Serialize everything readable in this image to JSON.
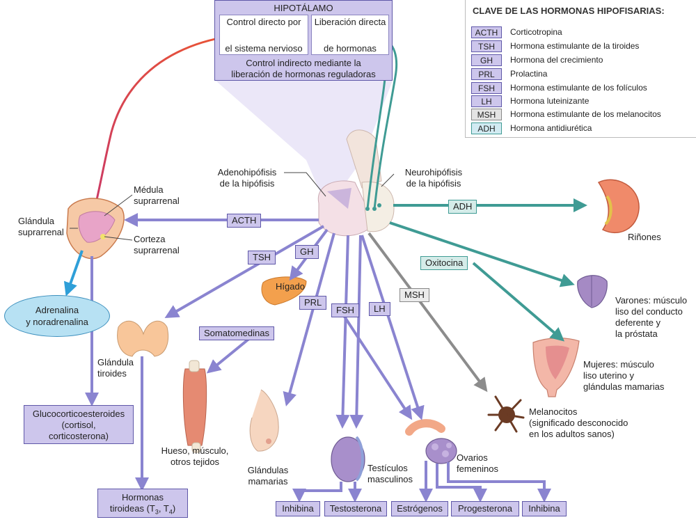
{
  "hypothalamus": {
    "title": "HIPOTÁLAMO",
    "direct_nervous_1": "Control directo por",
    "direct_nervous_2": "el sistema nervioso",
    "direct_release_1": "Liberación directa",
    "direct_release_2": "de hormonas",
    "indirect_1": "Control indirecto mediante la",
    "indirect_2": "liberación de hormonas reguladoras"
  },
  "key": {
    "title": "CLAVE DE LAS HORMONAS HIPOFISARIAS:",
    "items": [
      {
        "abbr": "ACTH",
        "desc": "Corticotropina",
        "color": "#cdc6ec"
      },
      {
        "abbr": "TSH",
        "desc": "Hormona estimulante de la tiroides",
        "color": "#cdc6ec"
      },
      {
        "abbr": "GH",
        "desc": "Hormona del crecimiento",
        "color": "#cdc6ec"
      },
      {
        "abbr": "PRL",
        "desc": "Prolactina",
        "color": "#cdc6ec"
      },
      {
        "abbr": "FSH",
        "desc": "Hormona estimulante de los folículos",
        "color": "#cdc6ec"
      },
      {
        "abbr": "LH",
        "desc": "Hormona luteinizante",
        "color": "#cdc6ec"
      },
      {
        "abbr": "MSH",
        "desc": "Hormona estimulante de los melanocitos",
        "color": "#e4e4e4"
      },
      {
        "abbr": "ADH",
        "desc": "Hormona antidiurética",
        "color": "#d2ebf2"
      }
    ]
  },
  "labels": {
    "adenohipofisis_1": "Adenohipófisis",
    "adenohipofisis_2": "de la hipófisis",
    "neurohipofisis_1": "Neurohipófisis",
    "neurohipofisis_2": "de la hipófisis",
    "medula_1": "Médula",
    "medula_2": "suprarrenal",
    "corteza_1": "Corteza",
    "corteza_2": "suprarrenal",
    "glandula_supra_1": "Glándula",
    "glandula_supra_2": "suprarrenal",
    "higado": "Hígado",
    "rinones": "Riñones",
    "glandula_tiroides_1": "Glándula",
    "glandula_tiroides_2": "tiroides",
    "hueso_1": "Hueso, músculo,",
    "hueso_2": "otros tejidos",
    "mamarias_1": "Glándulas",
    "mamarias_2": "mamarias",
    "testiculos_1": "Testículos",
    "testiculos_2": "masculinos",
    "ovarios_1": "Ovarios",
    "ovarios_2": "femeninos",
    "melanocitos_1": "Melanocitos",
    "melanocitos_2": "(significado desconocido",
    "melanocitos_3": "en los adultos sanos)",
    "varones_1": "Varones: músculo",
    "varones_2": "liso del conducto",
    "varones_3": "deferente y",
    "varones_4": "la próstata",
    "mujeres_1": "Mujeres: músculo",
    "mujeres_2": "liso uterino y",
    "mujeres_3": "glándulas mamarias"
  },
  "hormone_tags": {
    "acth": "ACTH",
    "tsh": "TSH",
    "gh": "GH",
    "prl": "PRL",
    "fsh": "FSH",
    "lh": "LH",
    "msh": "MSH",
    "adh": "ADH",
    "oxitocina": "Oxitocina",
    "somatomedinas": "Somatomedinas"
  },
  "products": {
    "adrenalina_1": "Adrenalina",
    "adrenalina_2": "y noradrenalina",
    "gluco_1": "Glucocorticoesteroides",
    "gluco_2": "(cortisol,",
    "gluco_3": "corticosterona)",
    "tiroideas_1": "Hormonas",
    "tiroideas_2": "tiroideas (T",
    "tiroideas_sub3": "3",
    "tiroideas_mid": ", T",
    "tiroideas_sub4": "4",
    "tiroideas_end": ")",
    "inhibina_m": "Inhibina",
    "testosterona": "Testosterona",
    "estrogenos": "Estrógenos",
    "progesterona": "Progesterona",
    "inhibina_f": "Inhibina"
  },
  "colors": {
    "purple_arrow": "#8a84d0",
    "teal_arrow": "#3f9b94",
    "gray_arrow": "#8c8c8c",
    "red_nerve": "#e8442a",
    "blue_arrow": "#2f9fd8"
  }
}
